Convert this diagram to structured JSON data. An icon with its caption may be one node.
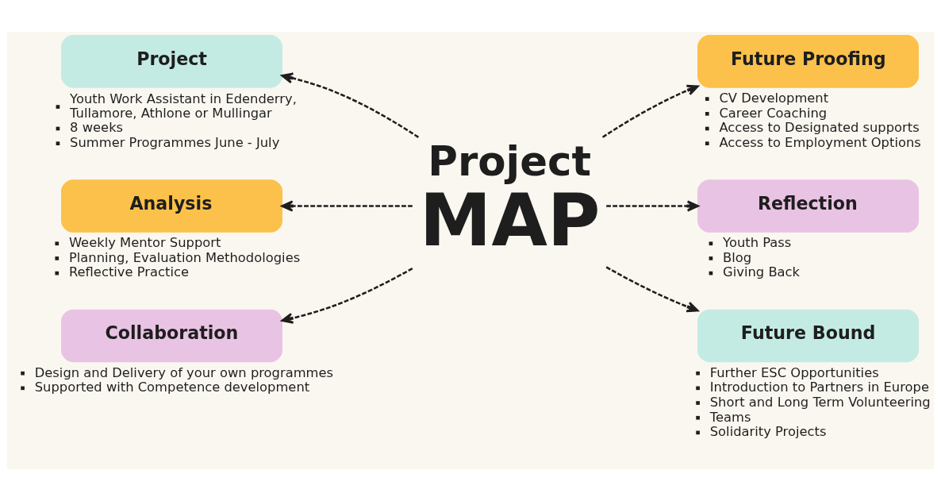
{
  "diagram": {
    "nodes": [
      {
        "text": [
          "Project",
          "MAP"
        ]
      },
      {
        "text": [
          "Project"
        ],
        "beside": [
          "Youth Work Assistant in Edenderry, Tullamore, Athlone or Mullingar",
          "8 weeks",
          "Summer Programmes June - July"
        ]
      },
      {
        "text": [
          "Future Proofing"
        ],
        "beside": [
          "CV Development",
          "Career Coaching",
          "Access to Designated supports",
          "Access to Employment Options"
        ]
      },
      {
        "text": [
          "Analysis"
        ],
        "beside": [
          "Weekly Mentor Support",
          "Planning, Evaluation Methodologies",
          "Reflective Practice"
        ]
      },
      {
        "text": [
          "Reflection"
        ],
        "beside": [
          "Youth Pass",
          "Blog",
          "Giving Back"
        ]
      },
      {
        "text": [
          "Collaboration"
        ],
        "beside": [
          "Design and Delivery of your own programmes",
          "Supported with Competence development"
        ]
      },
      {
        "text": [
          "Future Bound"
        ],
        "beside": [
          "Further ESC Opportunities",
          "Introduction to Partners in Europe",
          "Short and Long Term Volunteering",
          "Teams",
          "Solidarity Projects"
        ]
      }
    ],
    "edges": [
      {
        "from": 0,
        "to": 1,
        "arrow": "to",
        "style": "dashed"
      },
      {
        "from": 0,
        "to": 2,
        "arrow": "to",
        "style": "dashed"
      },
      {
        "from": 0,
        "to": 3,
        "arrow": "to",
        "style": "dashed"
      },
      {
        "from": 0,
        "to": 4,
        "arrow": "to",
        "style": "dashed"
      },
      {
        "from": 0,
        "to": 5,
        "arrow": "to",
        "style": "dashed"
      },
      {
        "from": 0,
        "to": 6,
        "arrow": "to",
        "style": "dashed"
      }
    ]
  }
}
